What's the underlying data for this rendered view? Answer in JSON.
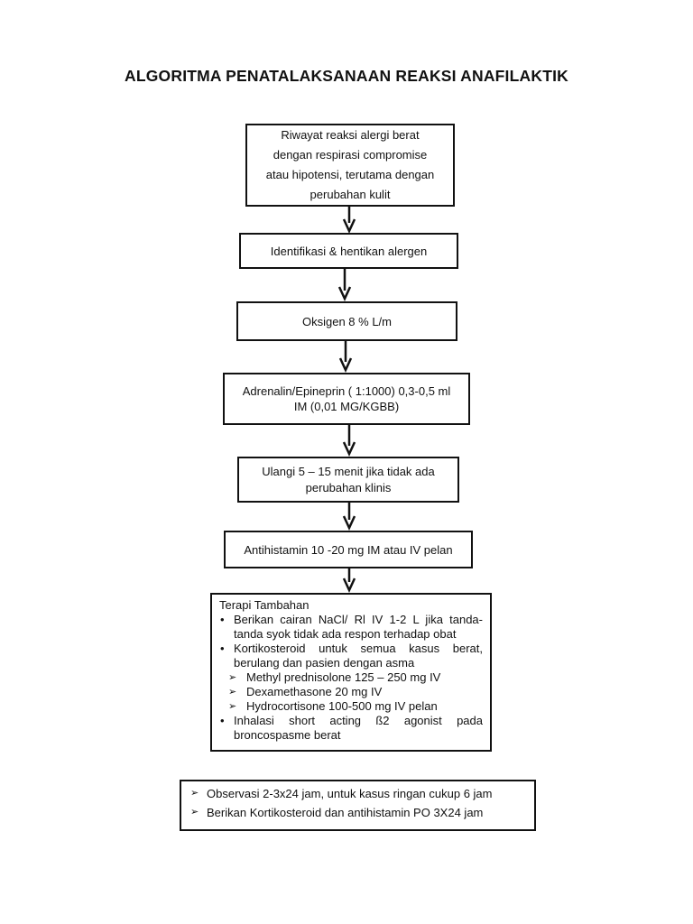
{
  "title": "ALGORITMA PENATALAKSANAAN REAKSI ANAFILAKTIK",
  "steps": [
    {
      "lines": [
        "Riwayat reaksi alergi berat",
        "dengan respirasi compromise",
        "atau hipotensi, terutama dengan",
        "perubahan kulit"
      ]
    },
    {
      "lines": [
        "Identifikasi & hentikan alergen"
      ]
    },
    {
      "lines": [
        "Oksigen 8 % L/m"
      ]
    },
    {
      "lines": [
        "Adrenalin/Epineprin ( 1:1000) 0,3-0,5 ml",
        "IM (0,01 MG/KGBB)"
      ]
    },
    {
      "lines": [
        "Ulangi 5 – 15 menit jika tidak ada",
        "perubahan klinis"
      ]
    },
    {
      "lines": [
        "Antihistamin 10 -20 mg IM atau IV pelan"
      ]
    }
  ],
  "terapi": {
    "heading": "Terapi Tambahan",
    "bullet_glyph": "•",
    "arrow_glyph": "➢",
    "bullets": [
      {
        "text": "Berikan cairan NaCl/ Rl IV 1-2 L jika tanda-tanda syok tidak ada respon terhadap obat",
        "subs": []
      },
      {
        "text": "Kortikosteroid untuk semua kasus berat, berulang dan pasien dengan asma",
        "subs": [
          "Methyl prednisolone 125 – 250 mg IV",
          "Dexamethasone 20 mg IV",
          "Hydrocortisone 100-500 mg IV pelan"
        ]
      },
      {
        "text": "Inhalasi short acting ß2 agonist pada broncospasme berat",
        "subs": []
      }
    ]
  },
  "observasi": {
    "arrow_glyph": "➢",
    "items": [
      "Observasi 2-3x24 jam, untuk kasus ringan cukup 6 jam",
      "Berikan Kortikosteroid dan antihistamin PO 3X24 jam"
    ]
  }
}
